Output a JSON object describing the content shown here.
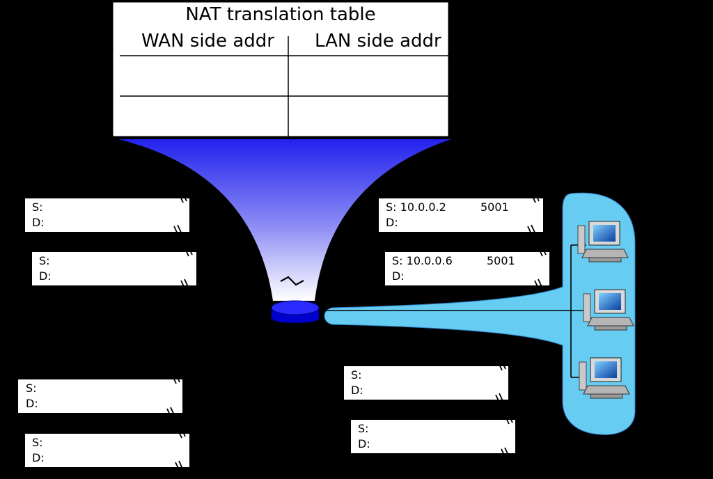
{
  "nat_table": {
    "title": "NAT translation table",
    "col_wan": "WAN side addr",
    "col_lan": "LAN side addr"
  },
  "packets": {
    "wan_top_1": {
      "src": "S:",
      "dst": "D:"
    },
    "wan_top_2": {
      "src": "S:",
      "dst": "D:"
    },
    "wan_bottom_1": {
      "src": "S:",
      "dst": "D:"
    },
    "wan_bottom_2": {
      "src": "S:",
      "dst": "D:"
    },
    "lan_top_1": {
      "src": "S: 10.0.0.2",
      "port": "5001",
      "dst": "D:"
    },
    "lan_top_2": {
      "src": "S: 10.0.0.6",
      "port": "5001",
      "dst": "D:"
    },
    "lan_bottom_1": {
      "src": "S:",
      "dst": "D:"
    },
    "lan_bottom_2": {
      "src": "S:",
      "dst": "D:"
    }
  },
  "colors": {
    "funnel_top": "#2222ee",
    "funnel_bottom": "#ffffff",
    "lan_blob": "#66ccf2",
    "router": "#1a1aff",
    "monitor": "#1a75d1"
  }
}
